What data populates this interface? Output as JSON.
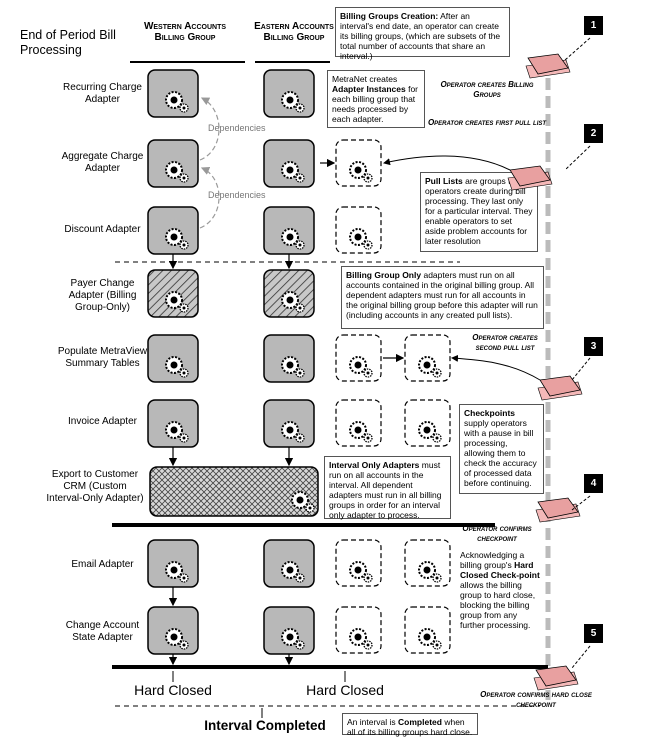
{
  "title": "End of Period Bill Processing",
  "headers": {
    "western": "Western Accounts Billing Group",
    "eastern": "Eastern Accounts Billing Group"
  },
  "adapters": [
    "Recurring Charge Adapter",
    "Aggregate Charge Adapter",
    "Discount Adapter",
    "Payer Change Adapter (Billing Group-Only)",
    "Populate MetraView Summary Tables",
    "Invoice Adapter",
    "Export to Customer CRM (Custom Interval-Only Adapter)",
    "Email Adapter",
    "Change Account State Adapter"
  ],
  "dependencies_label": "Dependencies",
  "hard_closed": "Hard Closed",
  "interval_completed": "Interval Completed",
  "notes": {
    "billing_groups": {
      "title": "Billing Groups Creation:",
      "body": "After an interval's end date, an operator can create its billing groups, (which are subsets of the total number of accounts that share an interval.)"
    },
    "adapter_instances": {
      "pre": "MetraNet creates",
      "bold": "Adapter Instances",
      "post": "for each billing group that needs processed by each adapter."
    },
    "pull_lists": {
      "bold": "Pull Lists",
      "post": "are groups that operators create during bill processing. They last only for a particular interval. They enable operators to set aside problem accounts for later resolution"
    },
    "billing_group_only": {
      "bold": "Billing Group Only",
      "post": "adapters must run on all accounts contained in the original billing group. All dependent adapters must run for all accounts in the original billing group before this adapter will run (including accounts in any created pull lists)."
    },
    "checkpoints": {
      "bold": "Checkpoints",
      "post": "supply operators with a pause in bill processing, allowing them to check the accuracy of processed data before continuing."
    },
    "interval_only": {
      "bold": "Interval Only Adapters",
      "post": "must run on all accounts in the interval. All dependent adapters must run in all billing groups in order for an interval only adapter to process."
    },
    "hard_closed_checkpoint": {
      "pre": "Acknowledging a billing group's",
      "bold": "Hard Closed Check-point",
      "post": "allows the billing group to hard close, blocking the billing group from any further processing."
    },
    "interval_completed_note": {
      "pre": "An interval is",
      "bold": "Completed",
      "post": "when all of its billing groups hard close."
    }
  },
  "operator_actions": [
    "Operator creates Billing Groups",
    "Operator creates first pull list",
    "Operator creates second pull list",
    "Operator confirms checkpoint",
    "Operator confirms hard close checkpoint"
  ],
  "steps": [
    "1",
    "2",
    "3",
    "4",
    "5"
  ]
}
